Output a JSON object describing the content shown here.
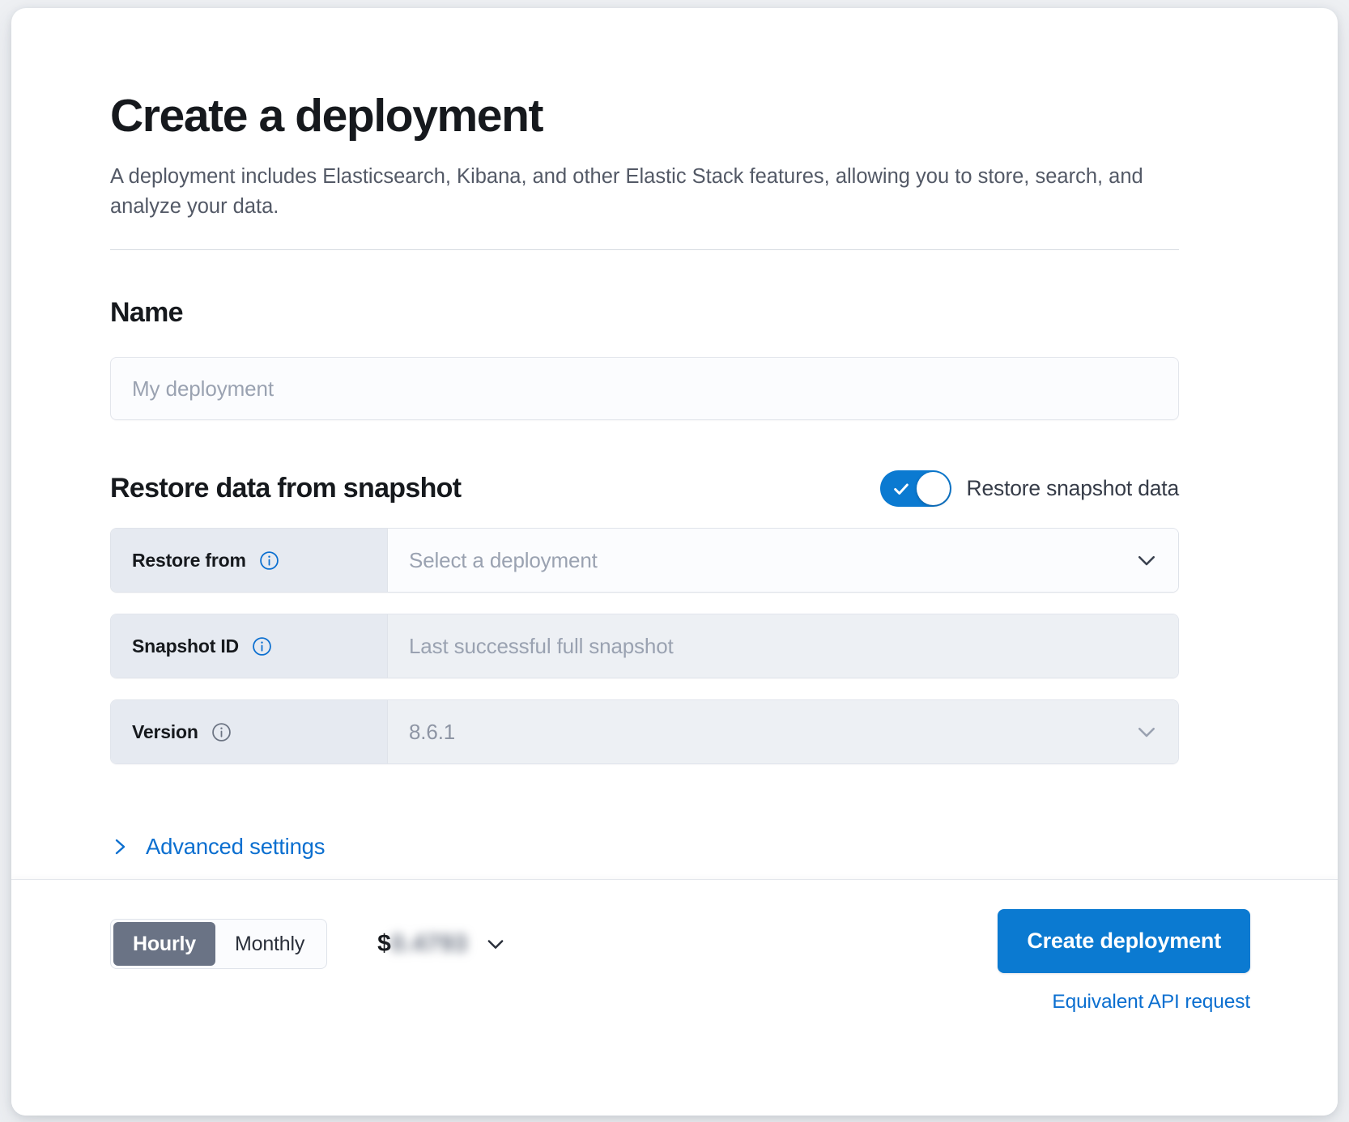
{
  "header": {
    "title": "Create a deployment",
    "description": "A deployment includes Elasticsearch, Kibana, and other Elastic Stack features, allowing you to store, search, and analyze your data."
  },
  "name_section": {
    "title": "Name",
    "input_placeholder": "My deployment",
    "input_value": ""
  },
  "restore_section": {
    "title": "Restore data from snapshot",
    "toggle": {
      "label": "Restore snapshot data",
      "checked": true,
      "on_color": "#0b7ad1"
    },
    "rows": [
      {
        "label": "Restore from",
        "info_icon": "info-circle-icon",
        "info_icon_color": "#0b6fd0",
        "value": "Select a deployment",
        "is_placeholder": true,
        "disabled": false,
        "control_type": "select",
        "caret_icon": "chevron-down-icon"
      },
      {
        "label": "Snapshot ID",
        "info_icon": "info-circle-icon",
        "info_icon_color": "#0b6fd0",
        "value": "Last successful full snapshot",
        "is_placeholder": true,
        "disabled": true,
        "control_type": "text",
        "caret_icon": ""
      },
      {
        "label": "Version",
        "info_icon": "info-circle-icon",
        "info_icon_color": "#6c7483",
        "value": "8.6.1",
        "is_placeholder": false,
        "disabled": true,
        "control_type": "select",
        "caret_icon": "chevron-down-icon"
      }
    ],
    "advanced_settings": {
      "label": "Advanced settings",
      "icon": "chevron-right-icon",
      "expanded": false
    }
  },
  "footer": {
    "billing_toggle": {
      "options": [
        "Hourly",
        "Monthly"
      ],
      "selected": "Hourly"
    },
    "price": {
      "currency_symbol": "$",
      "amount": "0.4793",
      "redacted": true,
      "caret_icon": "chevron-down-icon"
    },
    "create_button": "Create deployment",
    "api_link": "Equivalent API request"
  },
  "colors": {
    "accent": "#0b7ad1",
    "link": "#0b6fd0",
    "segment_active": "#6a7385",
    "page_background": "#eef0f3",
    "card_background": "#ffffff"
  }
}
